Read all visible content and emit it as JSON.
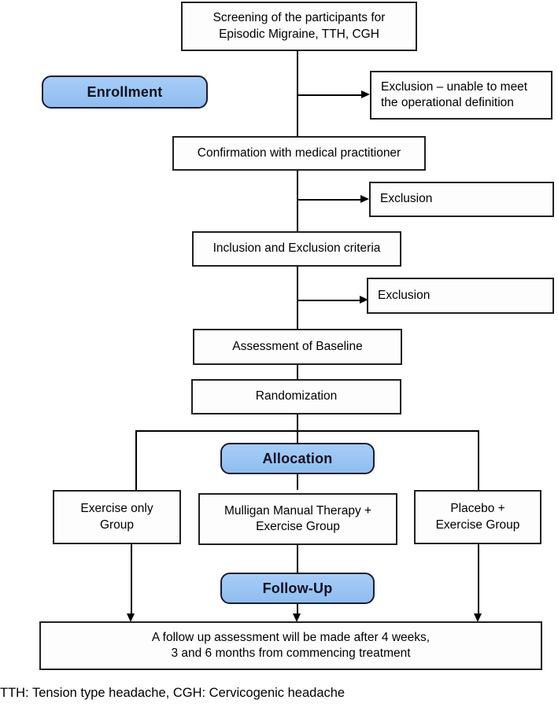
{
  "diagram": {
    "title": "CONSORT-style participant flow diagram",
    "accent_color": "#9cc5f5",
    "line_color": "#000000",
    "box_border_color": "#231f20",
    "stages": [
      {
        "id": "enrollment",
        "label": "Enrollment"
      },
      {
        "id": "allocation",
        "label": "Allocation"
      },
      {
        "id": "followup",
        "label": "Follow-Up"
      }
    ],
    "nodes": {
      "screening": {
        "line1": "Screening of the participants for",
        "line2": "Episodic Migraine, TTH, CGH"
      },
      "exclusion1": {
        "line1": "Exclusion – unable to meet",
        "line2": "the operational definition"
      },
      "confirmation": {
        "line1": "Confirmation with medical practitioner"
      },
      "exclusion2": {
        "line1": "Exclusion"
      },
      "criteria": {
        "line1": "Inclusion and Exclusion criteria"
      },
      "exclusion3": {
        "line1": "Exclusion"
      },
      "baseline": {
        "line1": "Assessment of Baseline"
      },
      "randomization": {
        "line1": "Randomization"
      },
      "group_left": {
        "line1": "Exercise only",
        "line2": "Group"
      },
      "group_middle": {
        "line1": "Mulligan Manual Therapy +",
        "line2": "Exercise Group"
      },
      "group_right": {
        "line1": "Placebo +",
        "line2": "Exercise Group"
      },
      "followup_outcome": {
        "line1": "A follow up assessment will be made after 4 weeks,",
        "line2": "3 and 6 months from commencing treatment"
      }
    },
    "footnote": "TTH: Tension type headache, CGH: Cervicogenic headache"
  }
}
